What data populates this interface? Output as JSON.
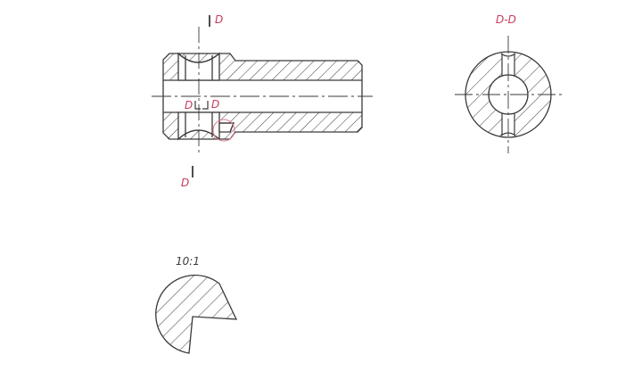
{
  "colors": {
    "line": "#3a3a3a",
    "label": "#c8385a",
    "detail_circle": "#e07a8a",
    "background": "#ffffff"
  },
  "labels": {
    "section_top": "D",
    "section_bottom": "D",
    "inner_left": "D",
    "inner_right": "D",
    "section_view_title": "D-D",
    "detail_scale": "10:1"
  }
}
